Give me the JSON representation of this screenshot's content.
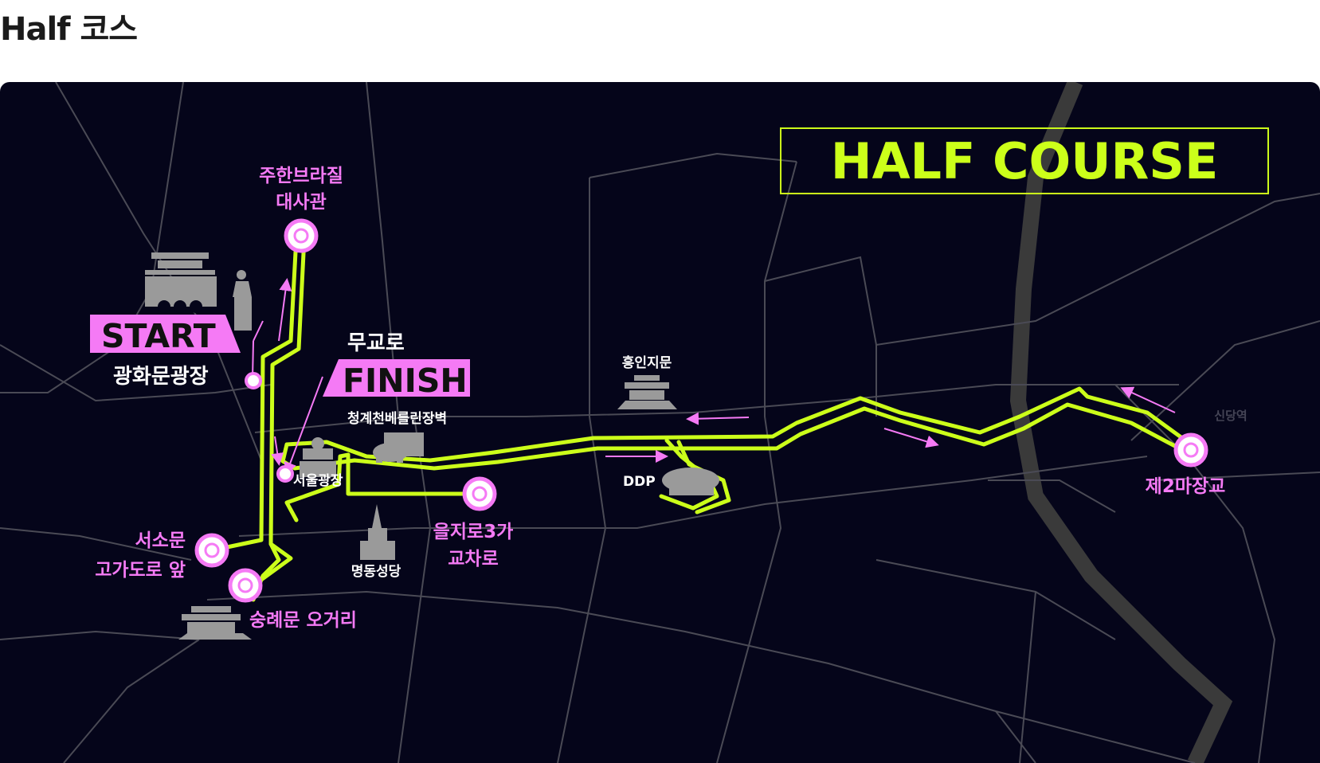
{
  "page": {
    "title": "Half 코스"
  },
  "map": {
    "badge": "HALF COURSE",
    "start": {
      "tag": "START",
      "name": "광화문광장"
    },
    "finish": {
      "tag": "FINISH",
      "name": "무교로"
    },
    "turnarounds": {
      "brazil": [
        "주한브라질",
        "대사관"
      ],
      "euljiro": [
        "을지로3가",
        "교차로"
      ],
      "seosomun": [
        "서소문",
        "고가도로 앞"
      ],
      "sungnyemun": "숭례문 오거리",
      "majang": "제2마장교"
    },
    "landmarks": {
      "cheonggye": "청계천베를린장벽",
      "seoul_plaza": "서울광장",
      "heunginjimun": "흥인지문",
      "ddp": "DDP",
      "myeongdong": "명동성당",
      "sindang": "신당역"
    },
    "colors": {
      "background": "#05051a",
      "route": "#ccff1a",
      "accent": "#f57af5",
      "roads": "#4a4a55",
      "river": "#3a3a3a"
    }
  }
}
